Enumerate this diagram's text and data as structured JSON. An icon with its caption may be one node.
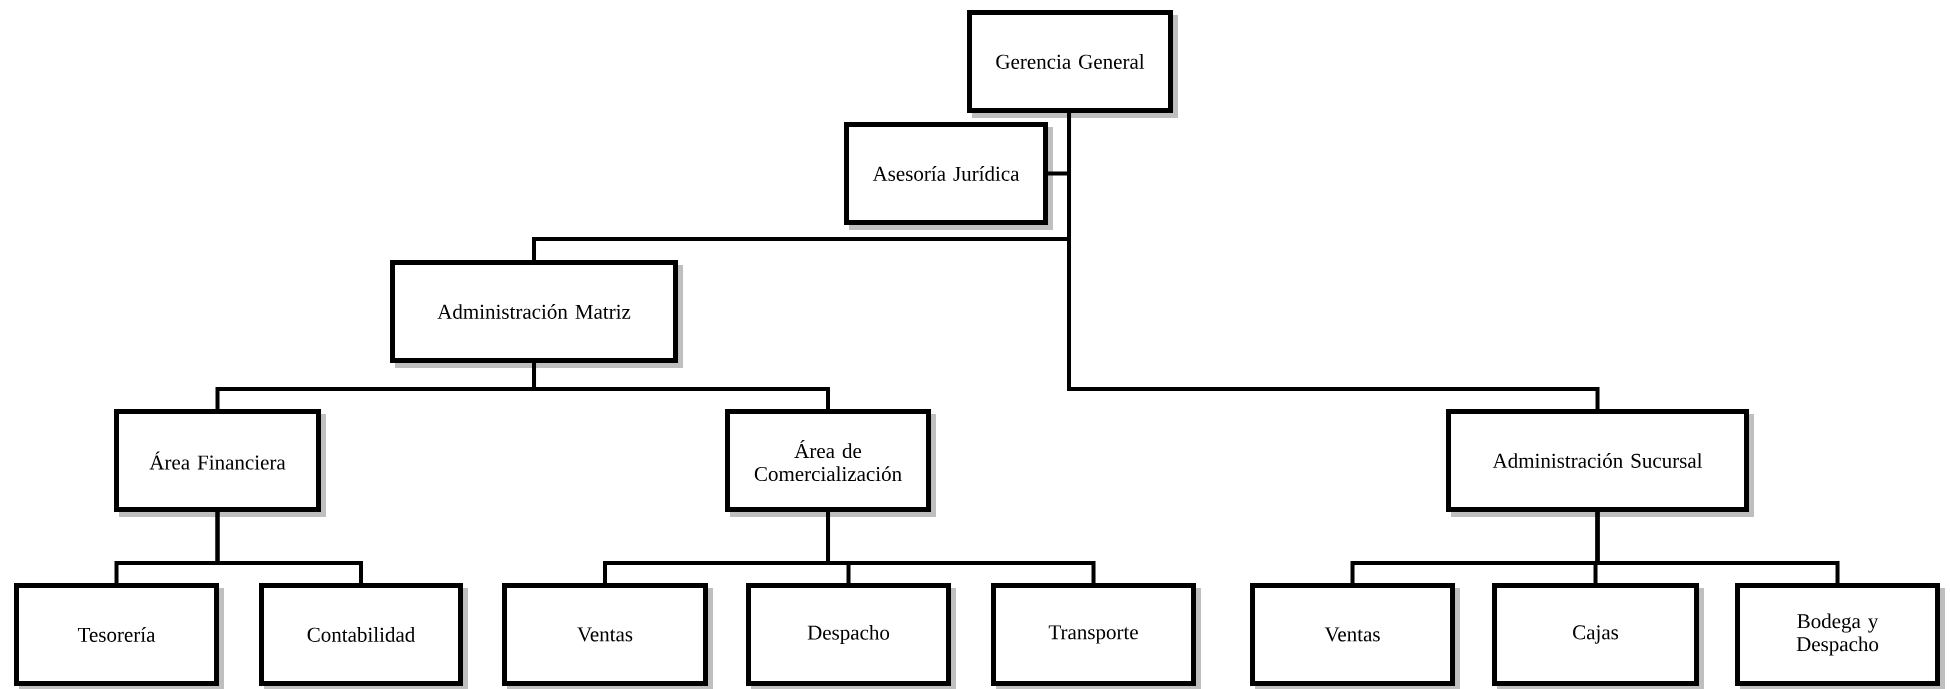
{
  "diagram": {
    "nodes": [
      {
        "text": [
          "Gerencia General"
        ]
      },
      {
        "text": [
          "Asesoría Jurídica"
        ]
      },
      {
        "text": [
          "Administración Matriz"
        ]
      },
      {
        "text": [
          "Área Financiera"
        ]
      },
      {
        "text": [
          "Área de Comercialización"
        ]
      },
      {
        "text": [
          "Administración Sucursal"
        ]
      },
      {
        "text": [
          "Tesorería"
        ]
      },
      {
        "text": [
          "Contabilidad"
        ]
      },
      {
        "text": [
          "Ventas"
        ]
      },
      {
        "text": [
          "Despacho"
        ]
      },
      {
        "text": [
          "Transporte"
        ]
      },
      {
        "text": [
          "Ventas"
        ]
      },
      {
        "text": [
          "Cajas"
        ]
      },
      {
        "text": [
          "Bodega y Despacho"
        ]
      }
    ],
    "edges": [
      {
        "from": 0,
        "to": 1,
        "arrow": "none"
      },
      {
        "from": 0,
        "to": 2,
        "arrow": "none"
      },
      {
        "from": 0,
        "to": 5,
        "arrow": "none"
      },
      {
        "from": 2,
        "to": 3,
        "arrow": "none"
      },
      {
        "from": 2,
        "to": 4,
        "arrow": "none"
      },
      {
        "from": 3,
        "to": 6,
        "arrow": "none"
      },
      {
        "from": 3,
        "to": 7,
        "arrow": "none"
      },
      {
        "from": 4,
        "to": 8,
        "arrow": "none"
      },
      {
        "from": 4,
        "to": 9,
        "arrow": "none"
      },
      {
        "from": 4,
        "to": 10,
        "arrow": "none"
      },
      {
        "from": 5,
        "to": 11,
        "arrow": "none"
      },
      {
        "from": 5,
        "to": 12,
        "arrow": "none"
      },
      {
        "from": 5,
        "to": 13,
        "arrow": "none"
      }
    ]
  }
}
